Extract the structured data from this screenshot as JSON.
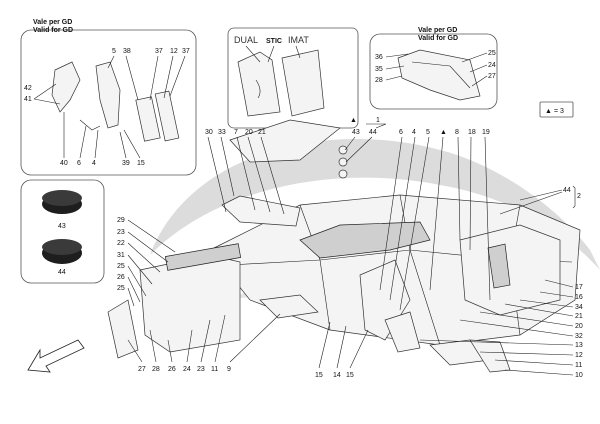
{
  "insets": {
    "gd_left": {
      "line1": "Vale per GD",
      "line2": "Valid for GD",
      "labels": [
        "42",
        "41",
        "5",
        "38",
        "37",
        "12",
        "37",
        "40",
        "6",
        "4",
        "39",
        "15"
      ]
    },
    "gd_right": {
      "line1": "Vale per GD",
      "line2": "Valid for GD",
      "labels": [
        "36",
        "35",
        "28",
        "25",
        "24",
        "27"
      ]
    },
    "mats": {
      "tab_dual": "DUAL",
      "tab_stic": "STIC",
      "tab_imat": "IMAT"
    },
    "plugs": {
      "labels": [
        "43",
        "44"
      ]
    }
  },
  "legend": {
    "symbol": "▲",
    "text": "= 3"
  },
  "labels": {
    "top_row": [
      "30",
      "33",
      "7",
      "20",
      "21",
      "43",
      "44",
      "6",
      "4",
      "5",
      "8",
      "18",
      "19"
    ],
    "kit_1": "1",
    "right_col": [
      "17",
      "16",
      "34",
      "21",
      "20",
      "32",
      "13",
      "12",
      "11",
      "10"
    ],
    "right_44": "44",
    "right_2": "2",
    "left_col": [
      "29",
      "23",
      "22",
      "31",
      "25",
      "26",
      "25"
    ],
    "bottom_row": [
      "27",
      "28",
      "26",
      "24",
      "23",
      "11",
      "9",
      "15",
      "14",
      "15"
    ]
  },
  "colors": {
    "watermark": "#dcdcdc",
    "line": "#222222",
    "fill": "#f4f4f4",
    "plug": "#1e1e1e"
  }
}
